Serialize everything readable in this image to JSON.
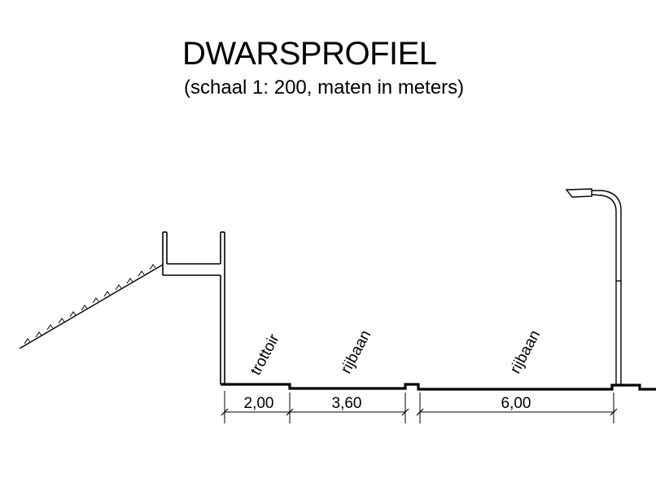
{
  "title": "DWARSPROFIEL",
  "subtitle": "(schaal 1: 200, maten in meters)",
  "labels": {
    "trottoir": "trottoir",
    "rijbaan_left": "rijbaan",
    "rijbaan_right": "rijbaan"
  },
  "dimensions": {
    "trottoir": "2,00",
    "rijbaan_left": "3,60",
    "rijbaan_right": "6,00"
  }
}
